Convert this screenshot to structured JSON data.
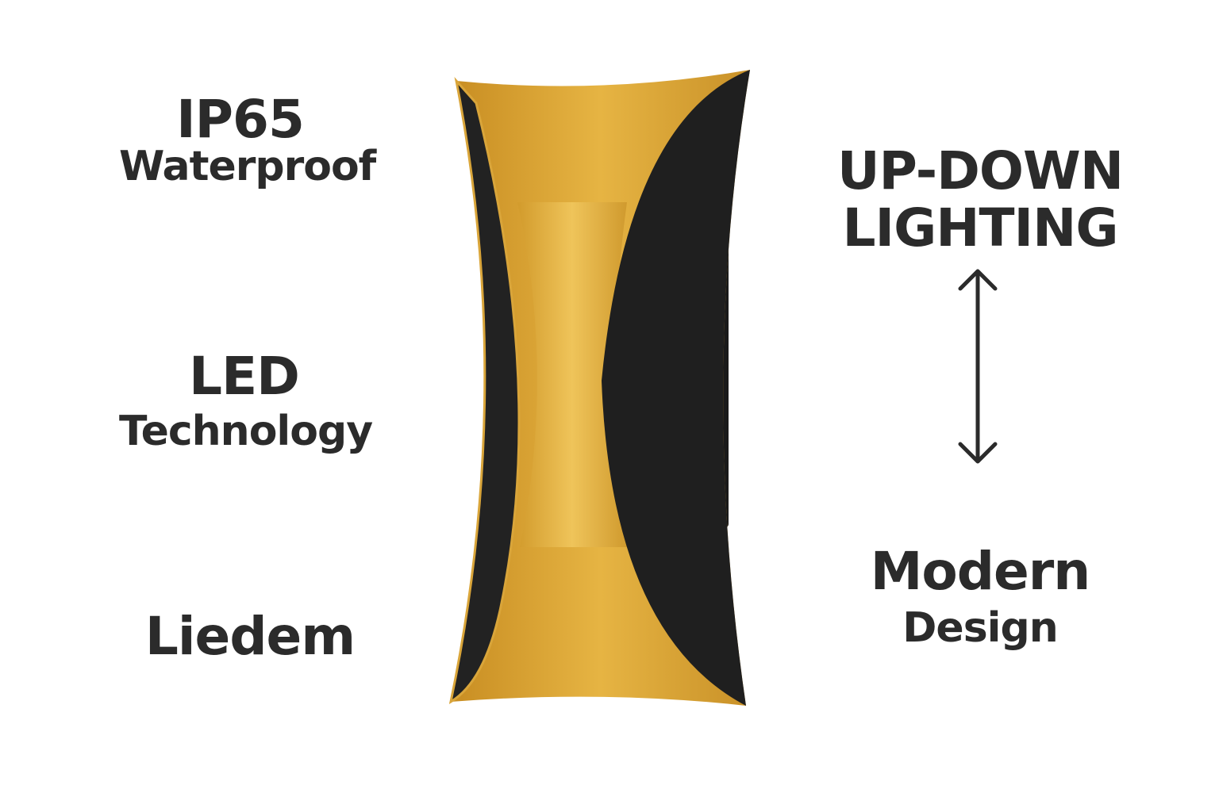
{
  "features": {
    "waterproof": {
      "title": "IP65",
      "subtitle": "Waterproof"
    },
    "led": {
      "title": "LED",
      "subtitle": "Technology"
    },
    "brand": {
      "name": "Liedem"
    },
    "lighting": {
      "line1": "UP-DOWN",
      "line2": "LIGHTING"
    },
    "design": {
      "title": "Modern",
      "subtitle": "Design"
    }
  },
  "colors": {
    "gold": "#d9a53a",
    "black": "#1f1f1f",
    "text": "#2b2b2b"
  }
}
